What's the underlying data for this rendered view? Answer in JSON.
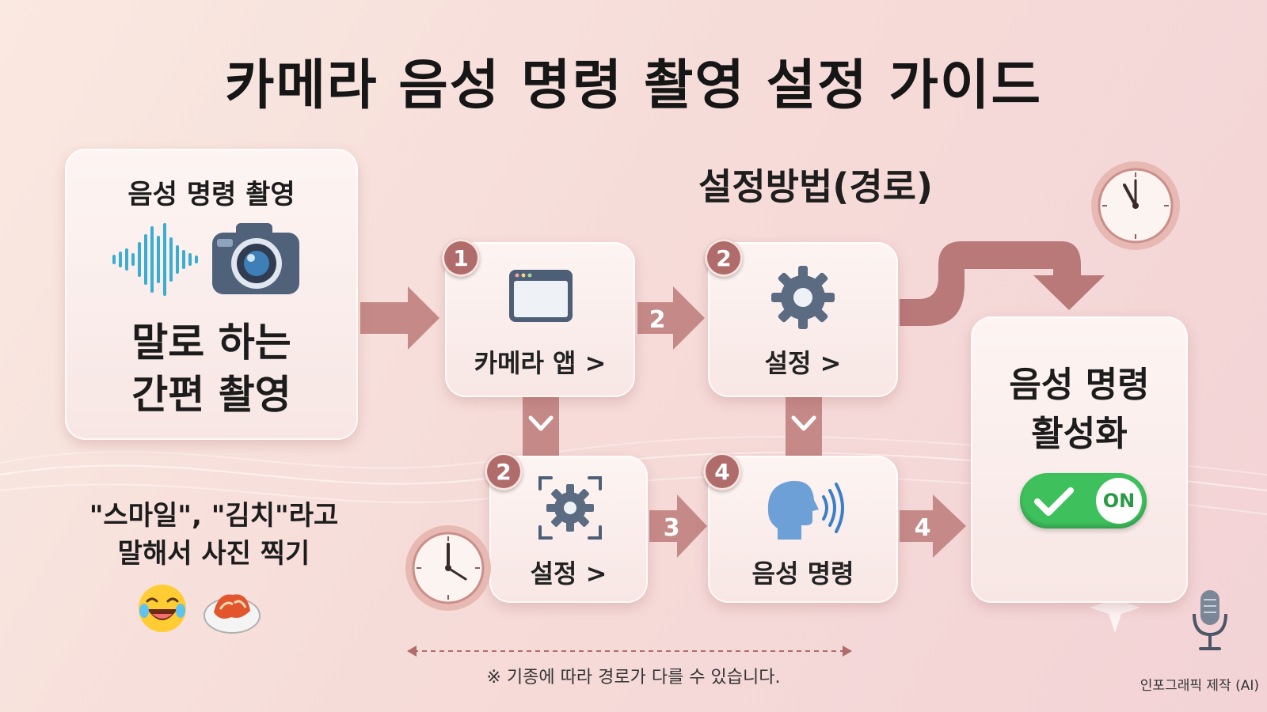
{
  "title": "카메라 음성 명령 촬영 설정 가이드",
  "subtitle": "설정방법(경로)",
  "feature": {
    "title": "음성 명령 촬영",
    "main": "말로 하는\n간편 촬영"
  },
  "caption": "\"스마일\", \"김치\"라고\n말해서 사진 찍기",
  "steps": [
    {
      "badge": "1",
      "label": "카메라 앱 >",
      "icon": "app-window-icon"
    },
    {
      "badge": "2",
      "label": "설정 >",
      "icon": "gear-icon"
    },
    {
      "badge": "2",
      "label": "설정 >",
      "icon": "gear-scan-icon"
    },
    {
      "badge": "4",
      "label": "음성 명령",
      "icon": "speaking-head-icon"
    }
  ],
  "arrow_numbers": [
    "2",
    "3",
    "4"
  ],
  "result": {
    "title": "음성 명령\n활성화",
    "toggle_label": "ON"
  },
  "note": "※ 기종에 따라 경로가 다를 수 있습니다.",
  "credit": "인포그래픽 제작 (AI)",
  "colors": {
    "accent": "#b06c6a",
    "arrow": "#c58a88",
    "toggle_on": "#3ec15c",
    "sound_wave": "#3aaed0"
  }
}
